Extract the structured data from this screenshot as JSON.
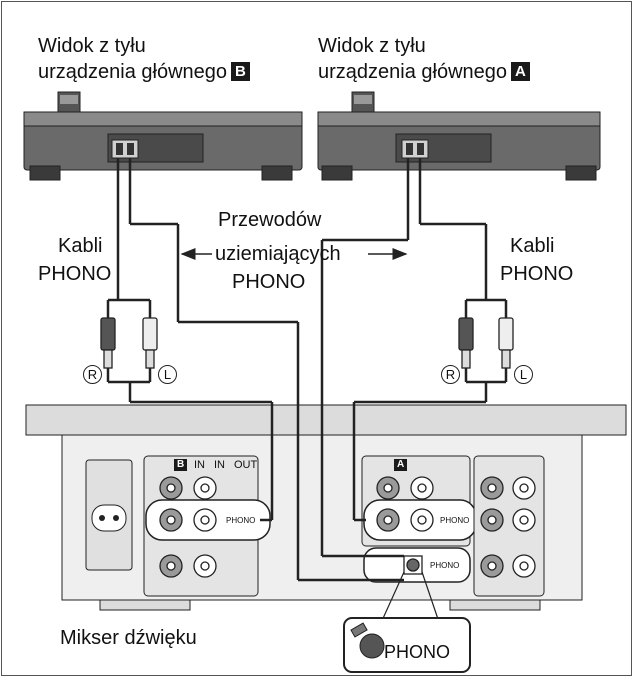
{
  "labels": {
    "rear_view_b_line1": "Widok z tyłu",
    "rear_view_b_line2": "urządzenia głównego",
    "rear_view_b_badge": "B",
    "rear_view_a_line1": "Widok z tyłu",
    "rear_view_a_line2": "urządzenia głównego",
    "rear_view_a_badge": "A",
    "phono_cables_left_line1": "Kabli",
    "phono_cables_left_line2": "PHONO",
    "phono_cables_right_line1": "Kabli",
    "phono_cables_right_line2": "PHONO",
    "ground_wires_line1": "Przewodów",
    "ground_wires_line2": "uziemiających",
    "ground_wires_line3": "PHONO",
    "mixer": "Mikser dźwięku",
    "ground_terminal": "PHONO"
  },
  "connectors": {
    "left_r": "R",
    "left_l": "L",
    "right_r": "R",
    "right_l": "L"
  },
  "mixer_panel": {
    "badge_b": "B",
    "in_1": "IN",
    "in_2": "IN",
    "out": "OUT",
    "badge_a": "A",
    "phono_b": "PHONO",
    "phono_a": "PHONO",
    "phono_gnd": "PHONO"
  },
  "colors": {
    "device_body": "#6a6a6a",
    "device_dark": "#3a3a3a",
    "mixer_body": "#e6e6e6",
    "outline": "#222222"
  }
}
